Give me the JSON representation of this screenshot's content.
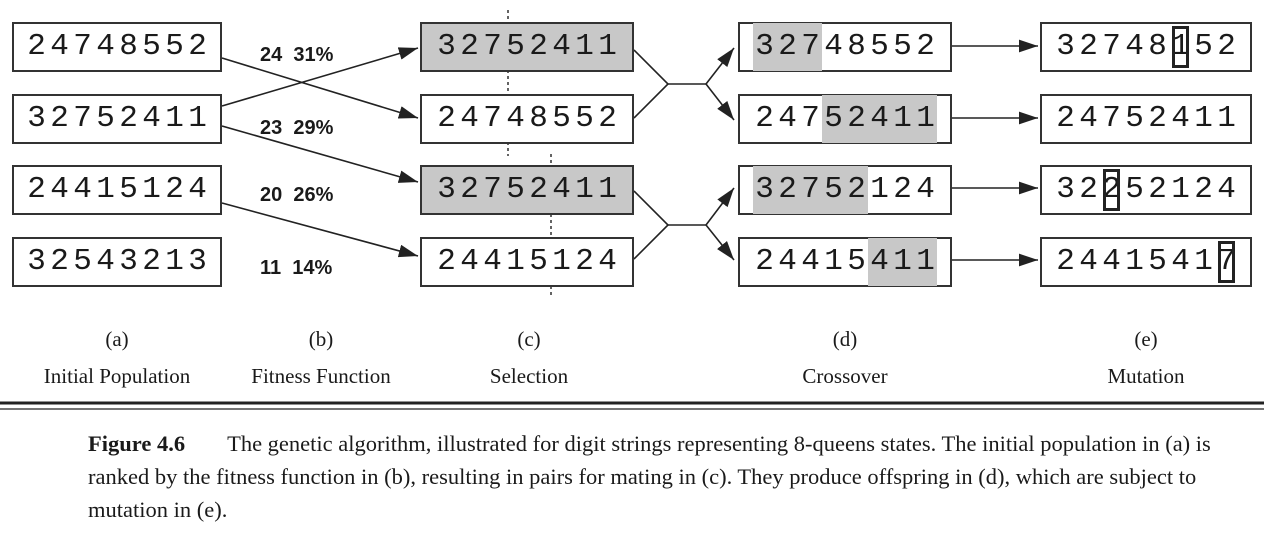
{
  "columns": [
    {
      "id": "a",
      "letter": "(a)",
      "title": "Initial Population",
      "strings": [
        "24748552",
        "32752411",
        "24415124",
        "32543213"
      ]
    },
    {
      "id": "c",
      "letter": "(c)",
      "title": "Selection",
      "strings": [
        "32752411",
        "24748552",
        "32752411",
        "24415124"
      ],
      "full_shaded": [
        true,
        false,
        true,
        false
      ]
    },
    {
      "id": "d",
      "letter": "(d)",
      "title": "Crossover",
      "strings": [
        "32748552",
        "24752411",
        "32752124",
        "24415411"
      ],
      "shade_ranges": [
        [
          0,
          3
        ],
        [
          3,
          8
        ],
        [
          0,
          5
        ],
        [
          5,
          8
        ]
      ]
    },
    {
      "id": "e",
      "letter": "(e)",
      "title": "Mutation",
      "strings": [
        "32748152",
        "24752411",
        "32252124",
        "24415417"
      ],
      "mutated_index": [
        5,
        -1,
        2,
        7
      ]
    }
  ],
  "fitness": {
    "letter": "(b)",
    "title": "Fitness Function",
    "scores": [
      "24",
      "23",
      "20",
      "11"
    ],
    "percents": [
      "31%",
      "29%",
      "26%",
      "14%"
    ]
  },
  "caption": {
    "label": "Figure 4.6",
    "text": "The genetic algorithm, illustrated for digit strings representing 8-queens states. The initial population in (a) is ranked by the fitness function in (b), resulting in pairs for mating in (c). They produce offspring in (d), which are subject to mutation in (e)."
  }
}
